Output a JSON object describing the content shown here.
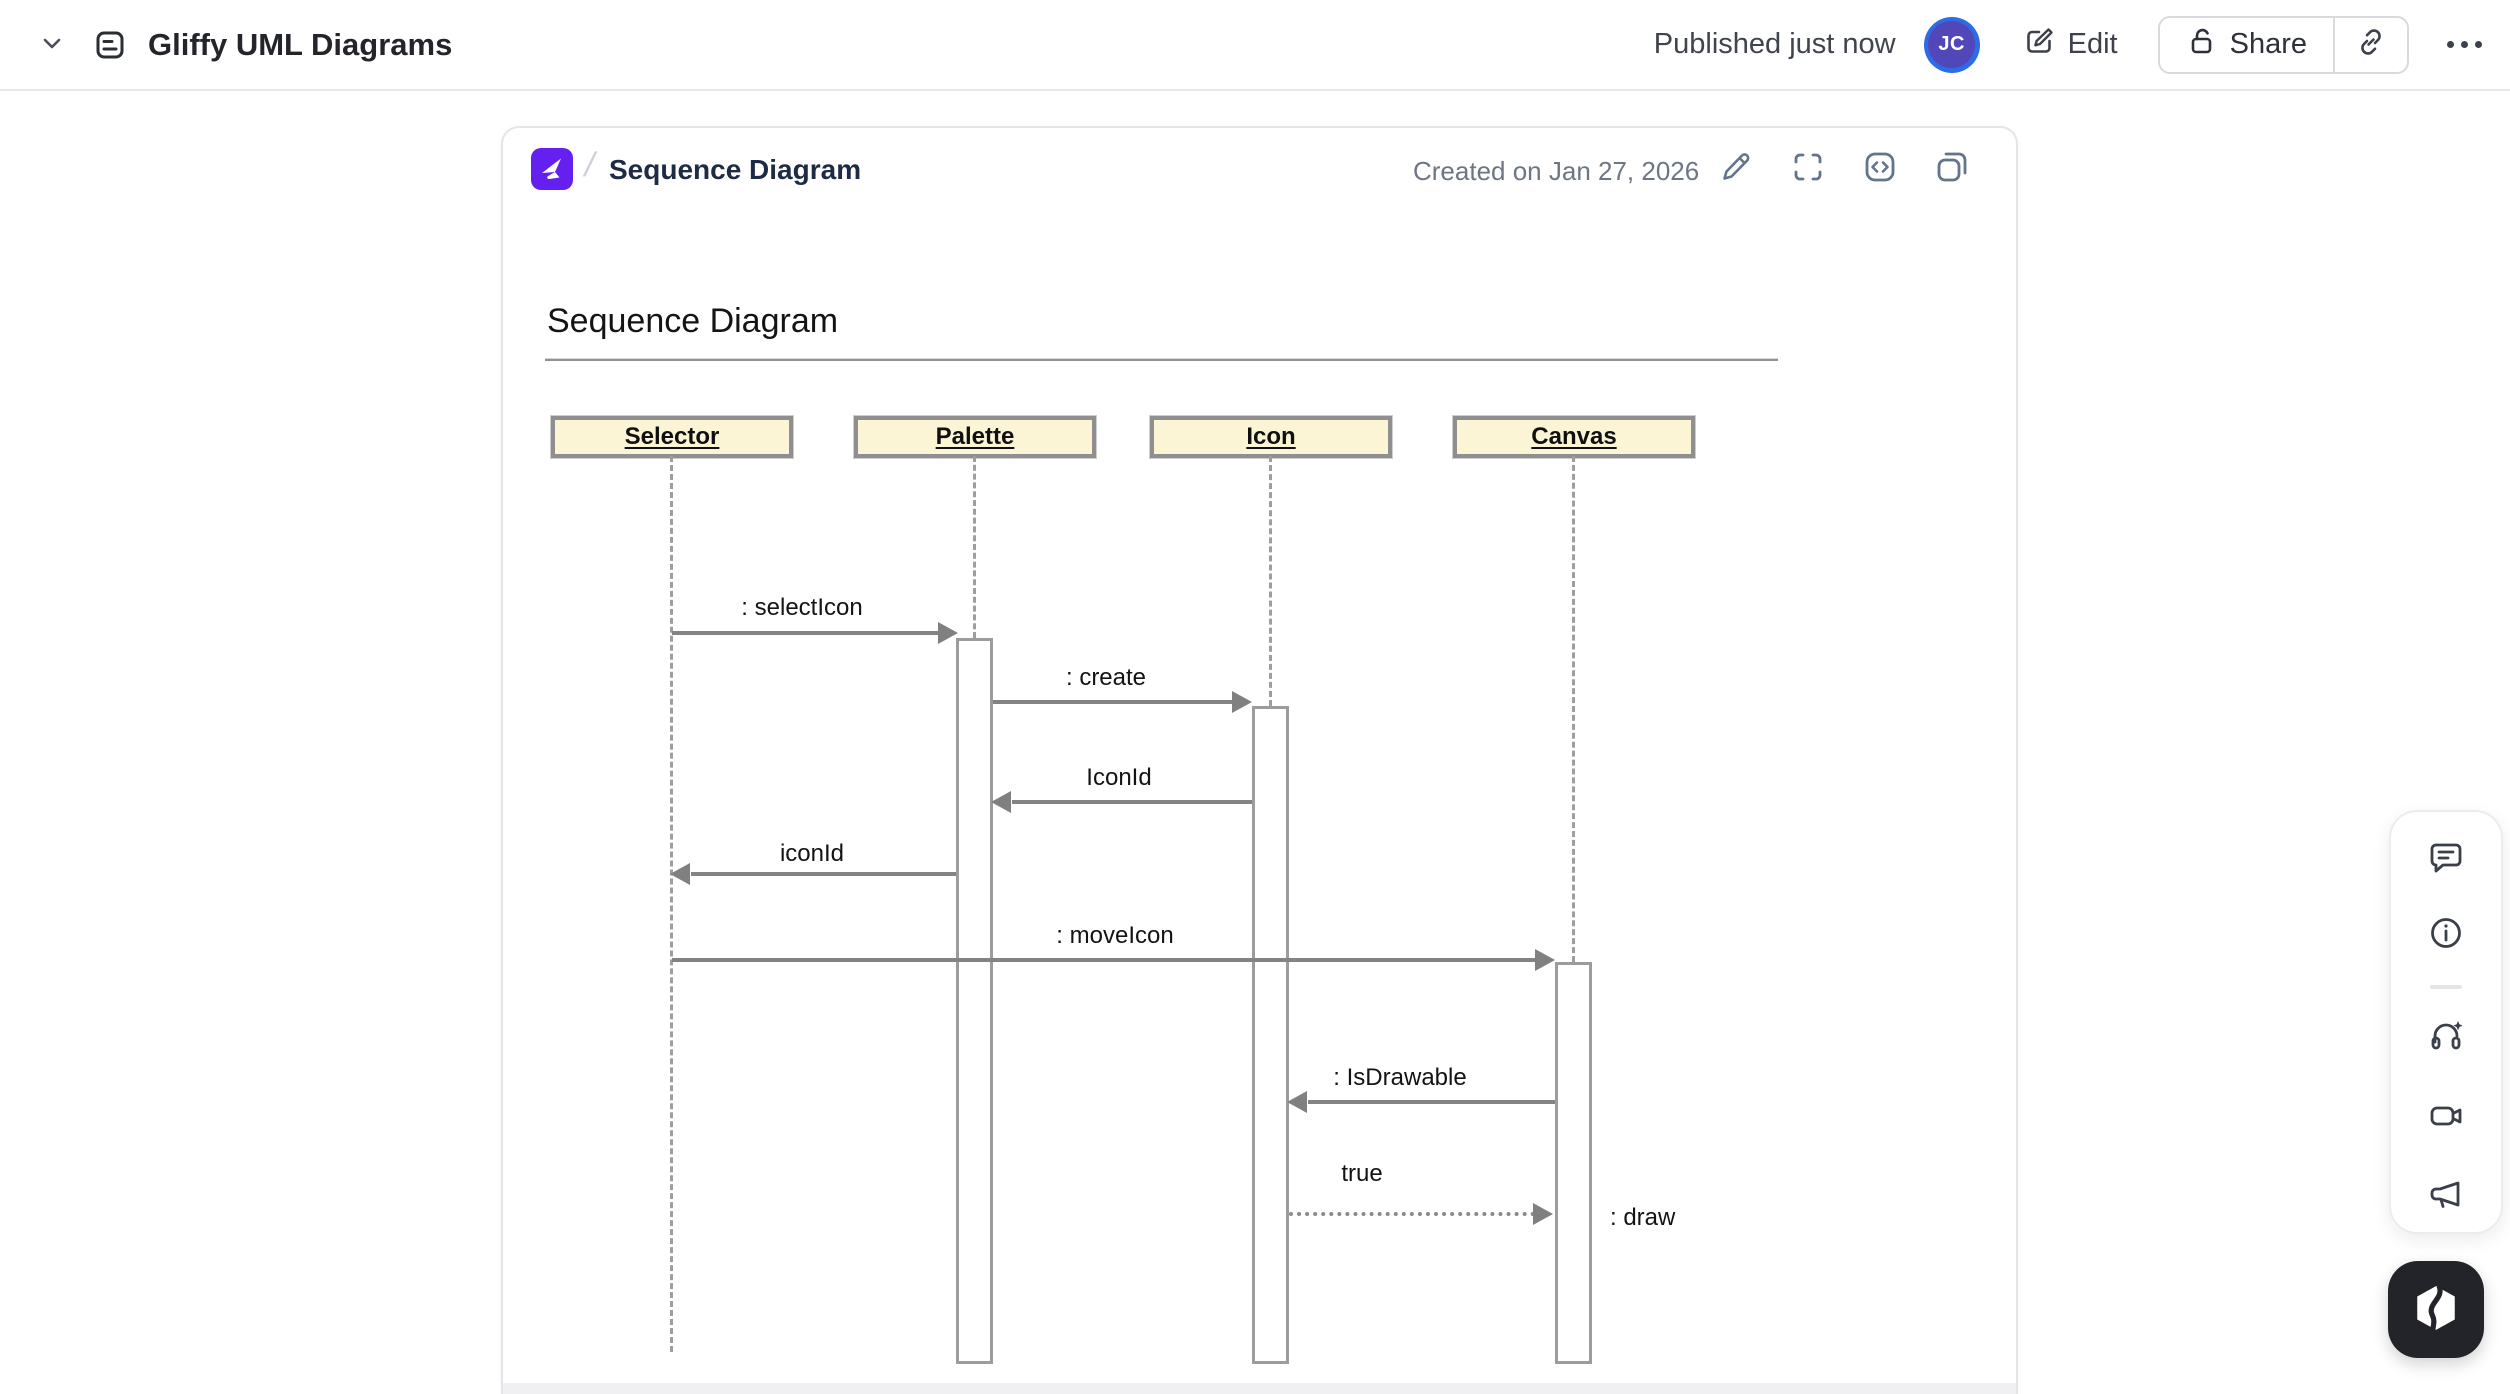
{
  "topbar": {
    "title": "Gliffy UML Diagrams",
    "published_status": "Published just now",
    "avatar_initials": "JC",
    "edit_label": "Edit",
    "share_label": "Share"
  },
  "embed": {
    "app_icon": "gliffy-logo",
    "breadcrumb_separator": "/",
    "title": "Sequence Diagram",
    "created_label": "Created on Jan 27, 2026"
  },
  "diagram": {
    "type": "uml-sequence",
    "title": "Sequence Diagram",
    "lifelines": [
      "Selector",
      "Palette",
      "Icon",
      "Canvas"
    ],
    "messages": [
      {
        "label": ": selectIcon",
        "from": "Selector",
        "to": "Palette",
        "style": "solid"
      },
      {
        "label": ": create",
        "from": "Palette",
        "to": "Icon",
        "style": "solid"
      },
      {
        "label": "IconId",
        "from": "Icon",
        "to": "Palette",
        "style": "solid"
      },
      {
        "label": "iconId",
        "from": "Palette",
        "to": "Selector",
        "style": "solid"
      },
      {
        "label": ": moveIcon",
        "from": "Selector",
        "to": "Canvas",
        "style": "solid"
      },
      {
        "label": ": IsDrawable",
        "from": "Canvas",
        "to": "Icon",
        "style": "solid"
      },
      {
        "label": "true",
        "from": "Icon",
        "to": "Canvas",
        "style": "dotted"
      },
      {
        "label": ": draw",
        "from": "Canvas",
        "to": "Canvas",
        "style": "label-only"
      }
    ]
  },
  "colors": {
    "gliffy_purple": "#6320f0",
    "avatar_bg": "#5247b8",
    "avatar_ring": "#2e6be6",
    "lifeline_box_fill": "#fbf4d5",
    "diagram_stroke": "#8f8f8f",
    "dark_button_bg": "#232429"
  }
}
